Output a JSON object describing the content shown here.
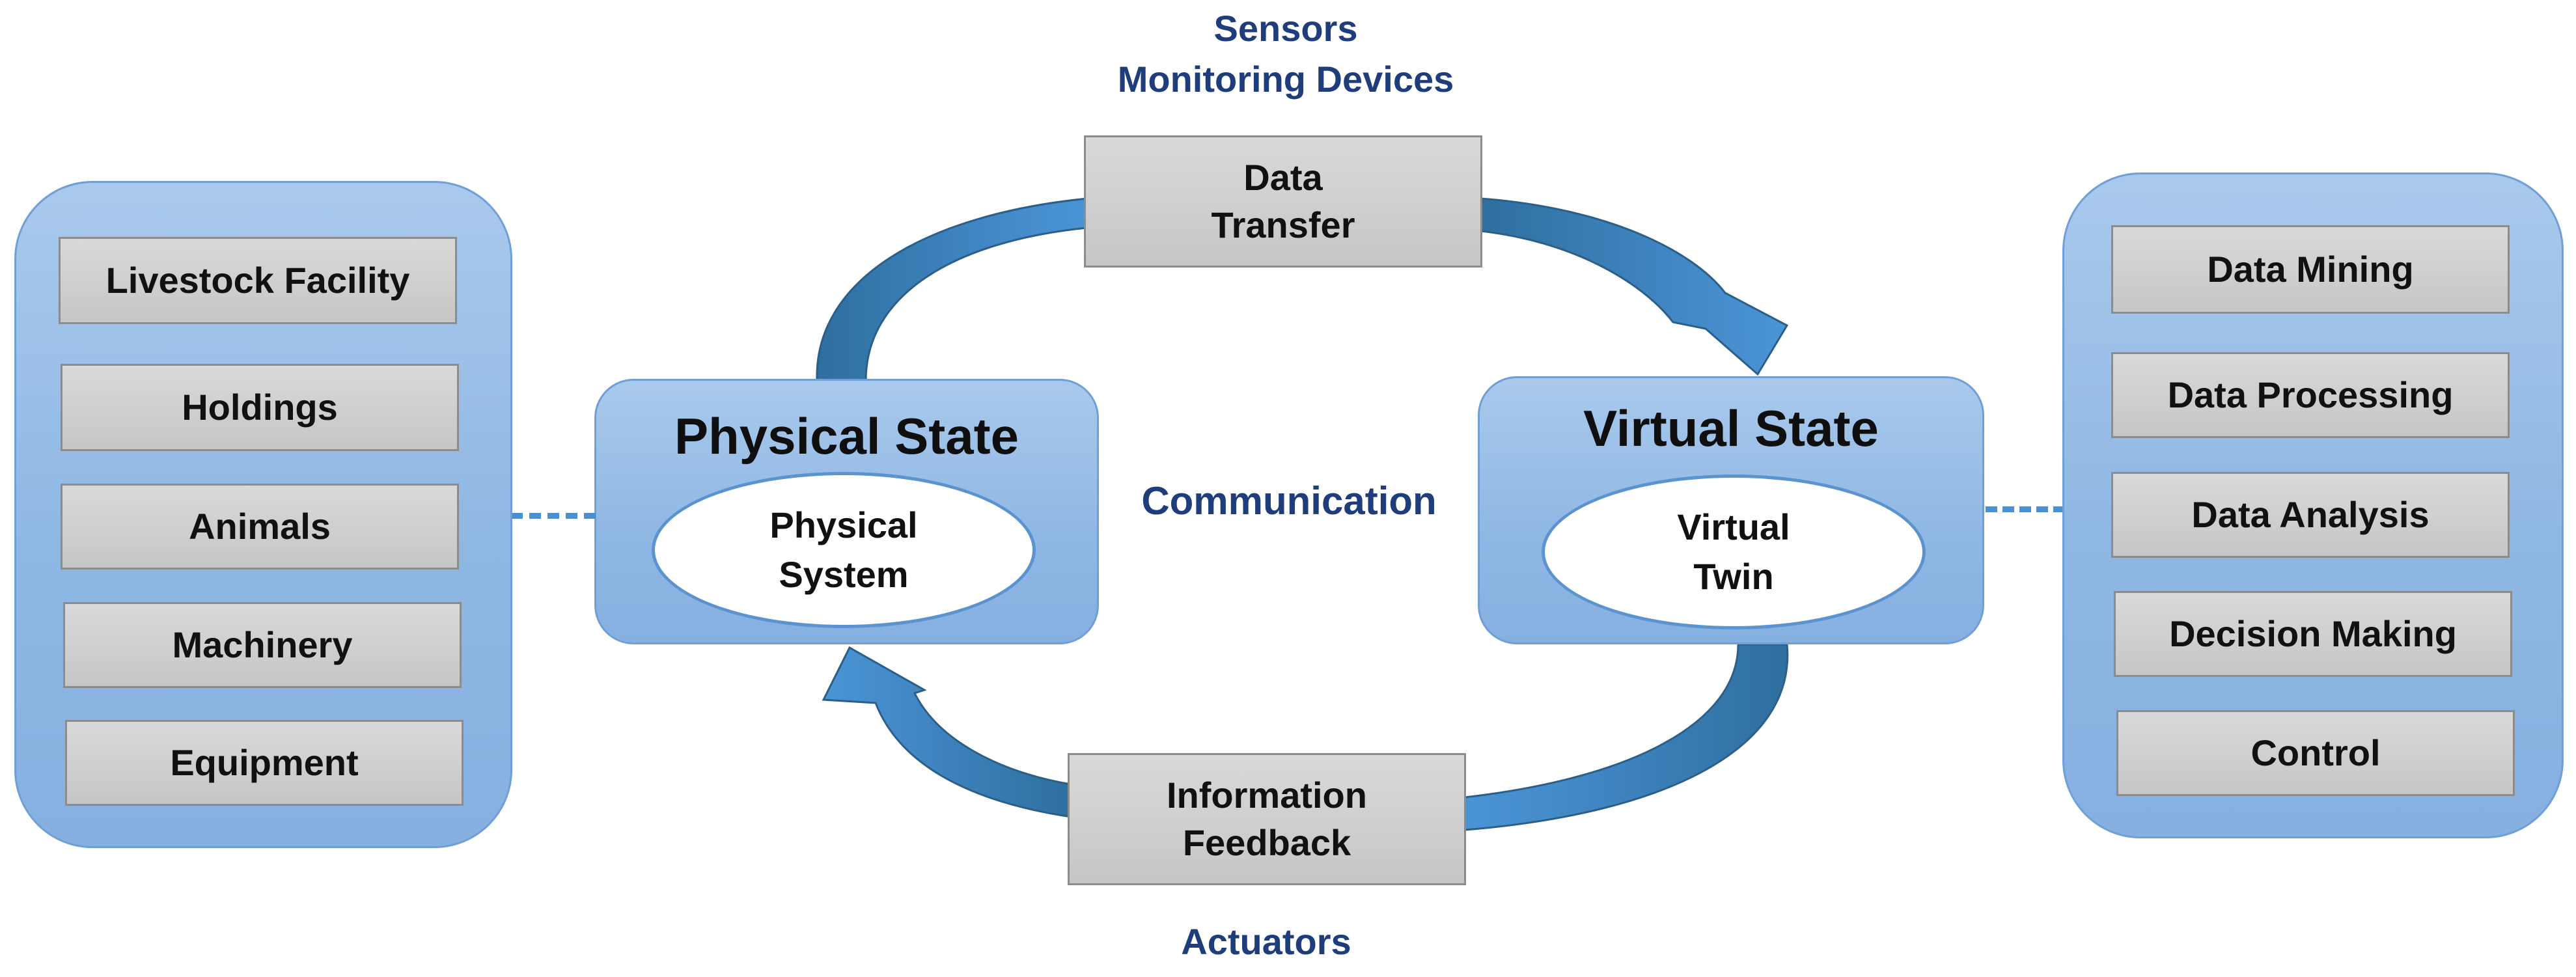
{
  "top_label": {
    "line1": "Sensors",
    "line2": "Monitoring Devices"
  },
  "bottom_label": "Actuators",
  "center_label": "Communication",
  "data_transfer": {
    "line1": "Data",
    "line2": "Transfer"
  },
  "information_feedback": {
    "line1": "Information",
    "line2": "Feedback"
  },
  "physical_state": {
    "title": "Physical State",
    "inner_line1": "Physical",
    "inner_line2": "System"
  },
  "virtual_state": {
    "title": "Virtual State",
    "inner_line1": "Virtual",
    "inner_line2": "Twin"
  },
  "left_panel": {
    "items": [
      "Livestock Facility",
      "Holdings",
      "Animals",
      "Machinery",
      "Equipment"
    ]
  },
  "right_panel": {
    "items": [
      "Data Mining",
      "Data Processing",
      "Data Analysis",
      "Decision Making",
      "Control"
    ]
  },
  "colors": {
    "panel_fill": "#8fb7e4",
    "panel_border": "#6f9fd6",
    "box_fill": "#c6c6c6",
    "label_blue": "#1f3d7a",
    "arrow_light": "#4b8fcf",
    "arrow_dark": "#2e6f9e"
  }
}
